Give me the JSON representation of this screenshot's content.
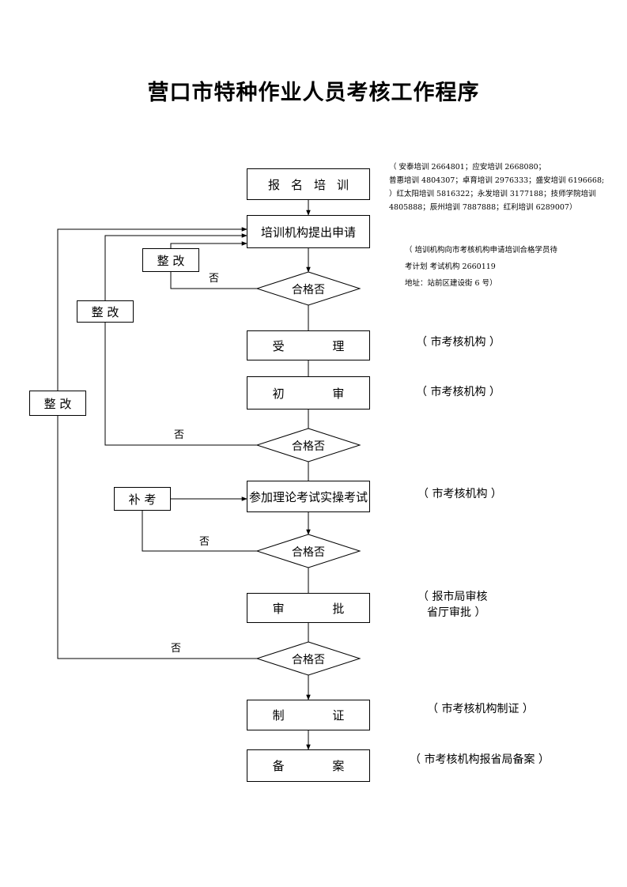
{
  "title": "营口市特种作业人员考核工作程序",
  "steps": {
    "register": "报名培训",
    "apply": "培训机构提出申请",
    "accept": "受 理",
    "first_review": "初 审",
    "exam": "参加理论考试实操考试",
    "approve": "审 批",
    "certify": "制 证",
    "file": "备 案"
  },
  "decision_label": "合格否",
  "no_label": "否",
  "rectify_label": "整 改",
  "retest_label": "补 考",
  "notes": {
    "training_1": "（ 安泰培训 2664801；应安培训 2668080；",
    "training_2": "普惠培训 4804307；卓育培训 2976333；盛安培训 6196668;",
    "training_3": "）红太阳培训 5816322；永发培训 3177188；技师学院培训",
    "training_4": "4805888；辰州培训 7887888；红利培训 6289007）",
    "apply_1": "（ 培训机构向市考核机构申请培训合格学员待",
    "apply_2": "考计划  考试机构 2660119",
    "apply_3": "地址：站前区建设街 6 号）",
    "accept": "（ 市考核机构 ）",
    "first_review": "（ 市考核机构 ）",
    "exam": "（ 市考核机构 ）",
    "approve_1": "（ 报市局审核",
    "approve_2": "省厅审批 ）",
    "certify": "（ 市考核机构制证 ）",
    "file": "（ 市考核机构报省局备案 ）"
  }
}
